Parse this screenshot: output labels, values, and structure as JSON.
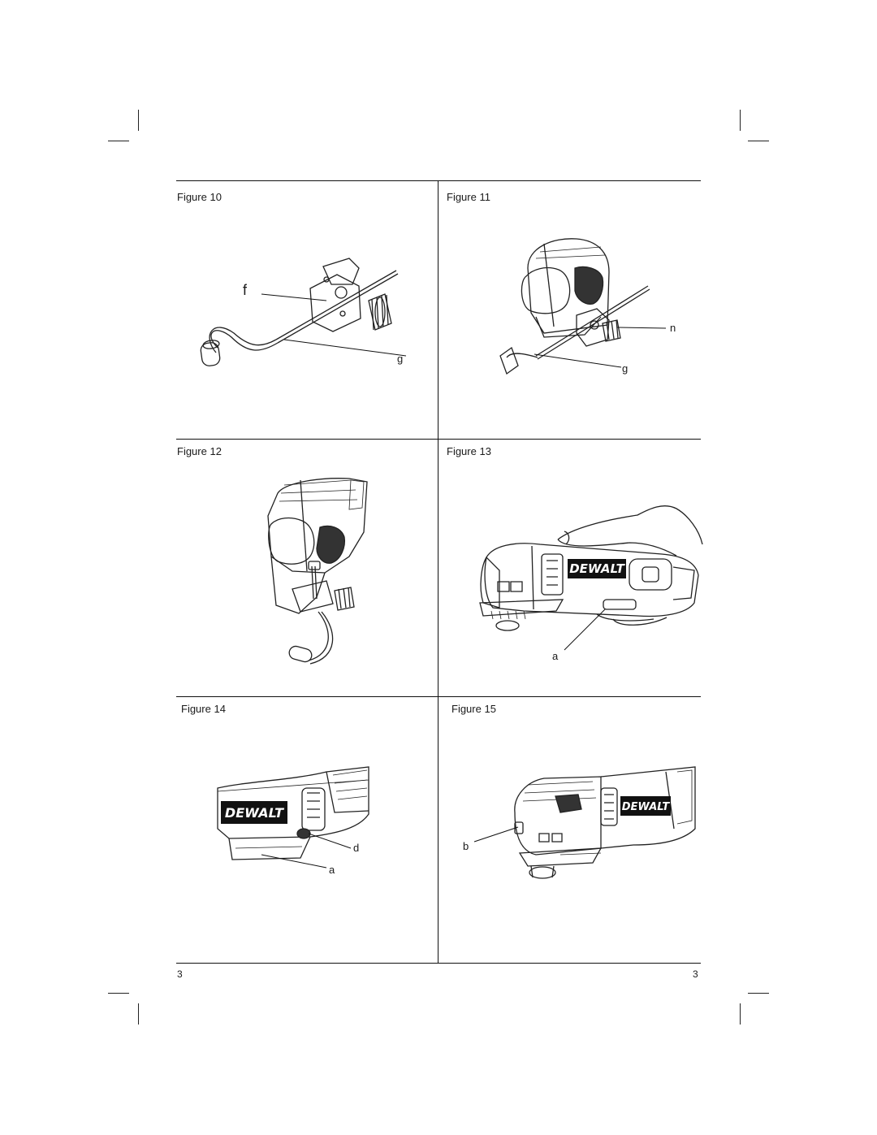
{
  "figures": [
    {
      "title": "Figure 10",
      "callouts": [
        "f",
        "g"
      ]
    },
    {
      "title": "Figure 11",
      "callouts": [
        "n",
        "g"
      ]
    },
    {
      "title": "Figure 12",
      "callouts": []
    },
    {
      "title": "Figure 13",
      "callouts": [
        "a"
      ],
      "brand": "DEWALT"
    },
    {
      "title": "Figure 14",
      "callouts": [
        "d",
        "a"
      ],
      "brand": "DEWALT"
    },
    {
      "title": "Figure 15",
      "callouts": [
        "b"
      ],
      "brand": "DEWALT"
    }
  ],
  "footer": {
    "page_left": "3",
    "page_right": "3"
  }
}
